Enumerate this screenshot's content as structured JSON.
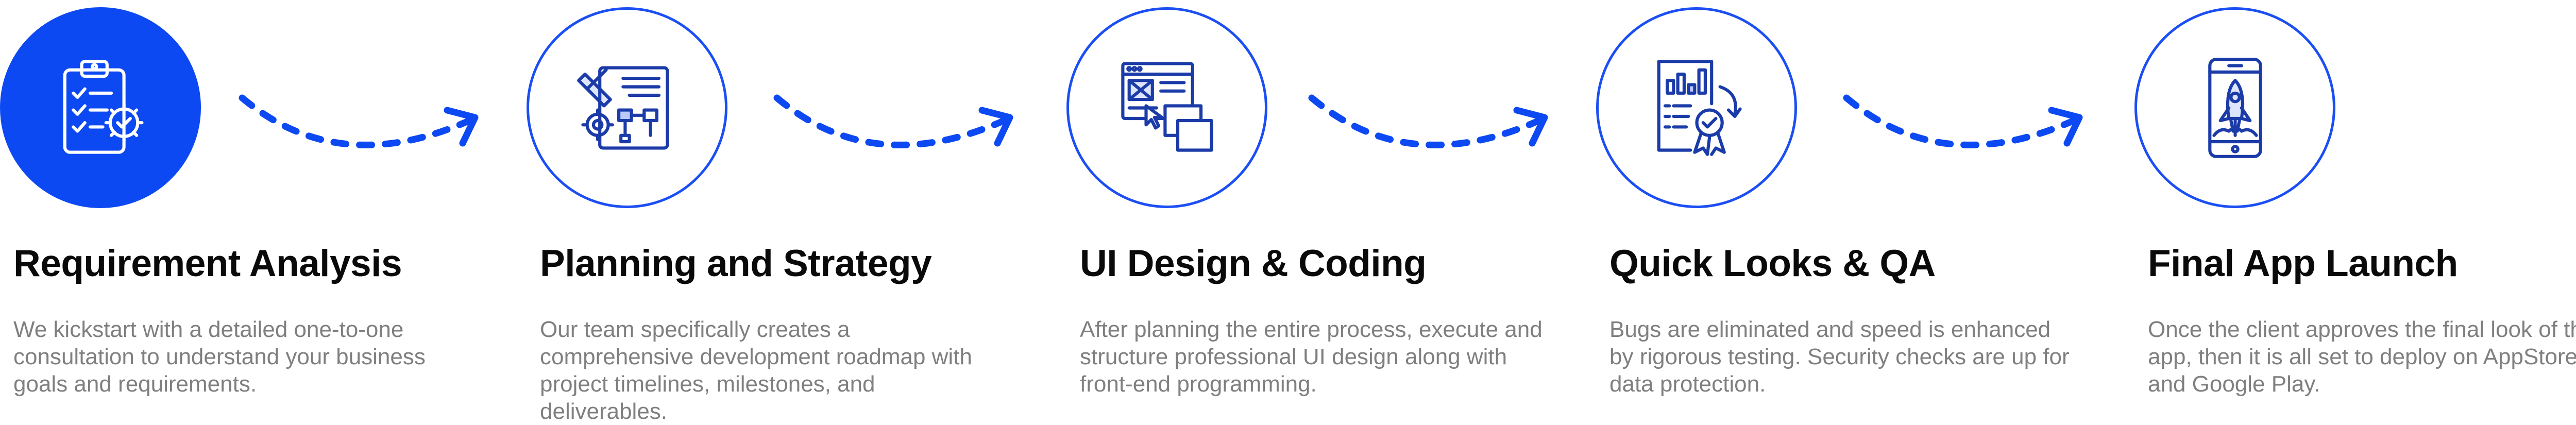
{
  "colors": {
    "accent": "#0d49f2",
    "icon_stroke": "#1b3ba8",
    "title": "#0a0a0a",
    "description": "#7f7f7f"
  },
  "steps": [
    {
      "icon": "clipboard-checklist-gear-icon",
      "active": true,
      "title": "Requirement Analysis",
      "description": "We kickstart with a detailed one-to-one consultation to understand your business goals and requirements."
    },
    {
      "icon": "blueprint-pencil-gear-icon",
      "active": false,
      "title": "Planning and Strategy",
      "description": "Our team specifically creates a comprehensive development roadmap with project timelines, milestones, and deliverables."
    },
    {
      "icon": "ui-wireframe-windows-icon",
      "active": false,
      "title": "UI Design & Coding",
      "description": "After planning the entire process, execute and structure professional UI design along with front-end programming."
    },
    {
      "icon": "qa-report-badge-icon",
      "active": false,
      "title": "Quick Looks & QA",
      "description": "Bugs are eliminated and speed is enhanced by rigorous testing. Security checks are up for data protection."
    },
    {
      "icon": "phone-rocket-launch-icon",
      "active": false,
      "title": "Final App Launch",
      "description": "Once the client approves the final look of the app, then it is all set to deploy on AppStore and Google Play."
    }
  ],
  "connectors": [
    {
      "icon": "dashed-arrow-icon"
    },
    {
      "icon": "dashed-arrow-icon"
    },
    {
      "icon": "dashed-arrow-icon"
    },
    {
      "icon": "dashed-arrow-icon"
    }
  ]
}
